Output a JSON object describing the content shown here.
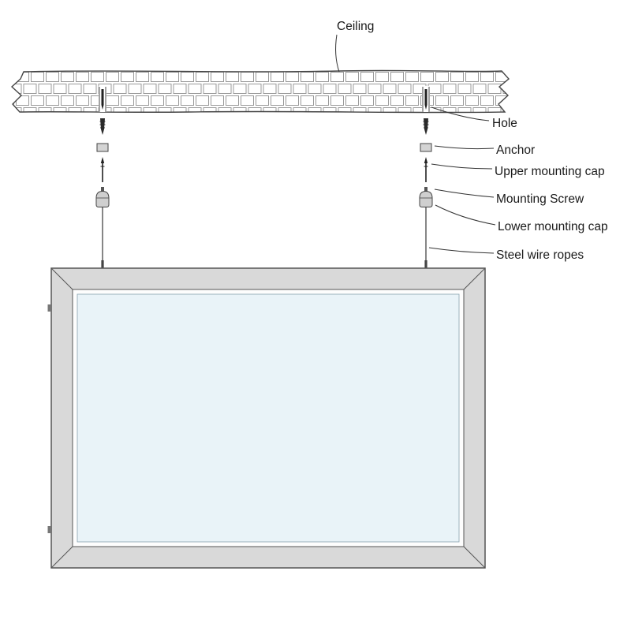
{
  "diagram": {
    "labels": {
      "ceiling": "Ceiling",
      "hole": "Hole",
      "anchor": "Anchor",
      "upper_mounting_cap": "Upper mounting cap",
      "mounting_screw": "Mounting Screw",
      "lower_mounting_cap": "Lower mounting cap",
      "steel_wire_ropes": "Steel wire ropes"
    },
    "colors": {
      "line": "#333333",
      "hatch": "#9a9a9a",
      "panel_frame": "#d9d9d9",
      "panel_inner": "#fdfdfd",
      "panel_face": "#e9f3f8"
    }
  }
}
